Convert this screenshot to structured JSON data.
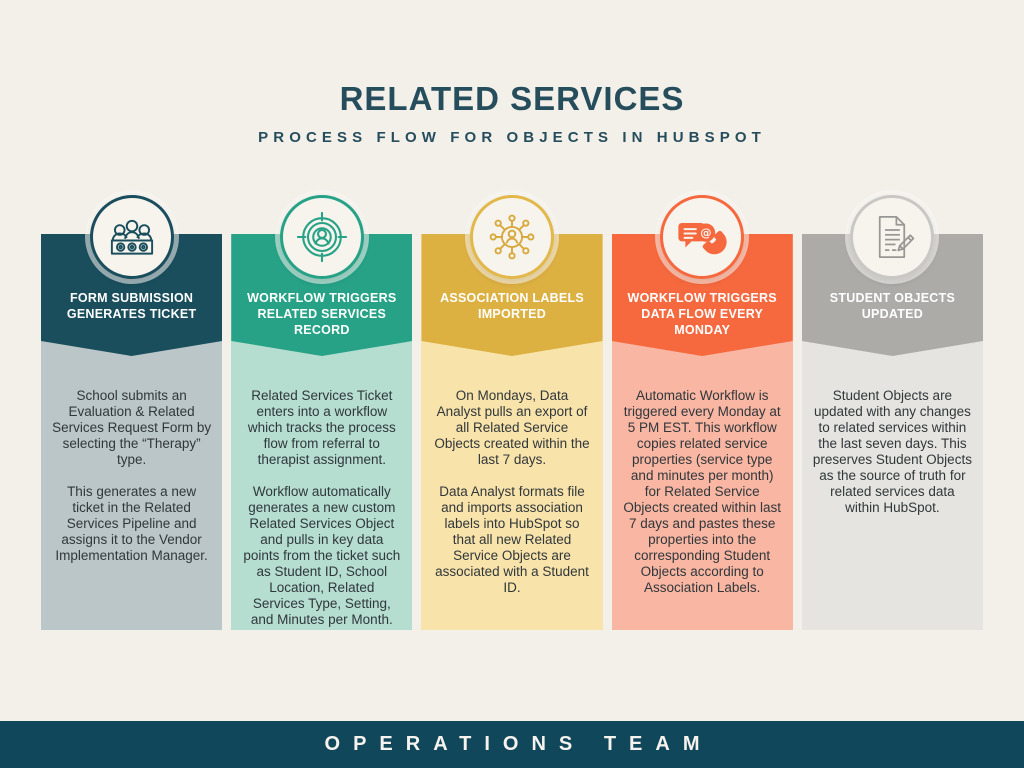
{
  "colors": {
    "background": "#f3f0ea",
    "title_text": "#264d5c",
    "body_text": "#30373a",
    "footer_bg": "#11475a",
    "footer_text": "#f6f3ee"
  },
  "header": {
    "title": "RELATED SERVICES",
    "subtitle": "PROCESS FLOW FOR OBJECTS IN HUBSPOT"
  },
  "footer": {
    "label": "OPERATIONS TEAM"
  },
  "columns": [
    {
      "icon": "team-panel-icon",
      "header": "FORM SUBMISSION GENERATES TICKET",
      "colors": {
        "header": "#1a4e5d",
        "body": "#bac6c8",
        "ring": "#1a4e5d",
        "icon": "#1a4e5d"
      },
      "paragraphs": [
        "School submits an Evaluation & Related Services Request Form by selecting the “Therapy” type.",
        "This generates a new ticket in the Related Services Pipeline and assigns it to the Vendor Implementation Manager."
      ]
    },
    {
      "icon": "target-person-icon",
      "header": "WORKFLOW TRIGGERS RELATED SERVICES RECORD",
      "colors": {
        "header": "#27a286",
        "body": "#b5ddd0",
        "ring": "#27a286",
        "icon": "#27a286"
      },
      "paragraphs": [
        "Related Services Ticket enters into a workflow which tracks the process flow from referral to therapist assignment.",
        "Workflow automatically generates a new custom Related Services Object and pulls in key data points from the ticket such as Student ID, School Location, Related Services Type, Setting, and Minutes per Month."
      ]
    },
    {
      "icon": "association-network-icon",
      "header": "ASSOCIATION LABELS IMPORTED",
      "colors": {
        "header": "#ddb042",
        "body": "#f8e3ab",
        "ring": "#e3b84a",
        "icon": "#d8a93c"
      },
      "paragraphs": [
        "On Mondays, Data Analyst pulls an export of all Related Service Objects created within the last 7 days.",
        "Data Analyst formats file and imports association labels into HubSpot so that all new Related Service Objects are associated with a Student ID."
      ]
    },
    {
      "icon": "contact-phone-icon",
      "header": "WORKFLOW TRIGGERS DATA FLOW EVERY MONDAY",
      "colors": {
        "header": "#f6693f",
        "body": "#f8b6a3",
        "ring": "#f6693f",
        "icon": "#f6693f"
      },
      "paragraphs": [
        "Automatic Workflow is triggered every Monday at 5 PM EST.  This workflow copies related service properties (service type and minutes per month) for Related Service Objects created within last 7 days and pastes these properties into the corresponding Student Objects according to Association Labels.",
        ""
      ]
    },
    {
      "icon": "document-edit-icon",
      "header": "STUDENT OBJECTS UPDATED",
      "colors": {
        "header": "#acaba8",
        "body": "#e6e4e0",
        "ring": "#c9c8c5",
        "icon": "#989794"
      },
      "paragraphs": [
        "Student Objects are updated with any changes to related services within the last seven days.  This preserves Student Objects as the source of truth for related services data within HubSpot.",
        ""
      ]
    }
  ]
}
